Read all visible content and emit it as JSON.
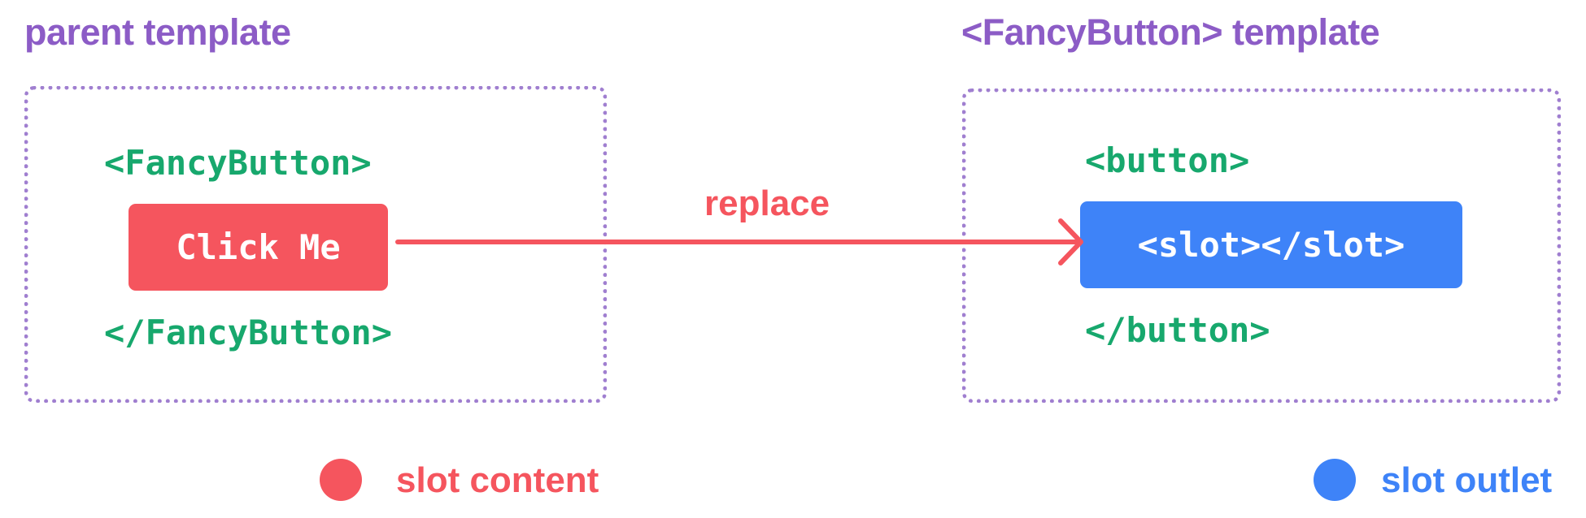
{
  "colors": {
    "heading": "#8c5cc6",
    "box_border": "#a07fd0",
    "tag": "#17a86d",
    "slot_content": "#f5555e",
    "slot_outlet": "#3e83f8"
  },
  "parent": {
    "heading": "parent template",
    "open_tag": "<FancyButton>",
    "button_label": "Click Me",
    "close_tag": "</FancyButton>"
  },
  "child": {
    "heading": "<FancyButton> template",
    "open_tag": "<button>",
    "slot_label": "<slot></slot>",
    "close_tag": "</button>"
  },
  "arrow": {
    "label": "replace"
  },
  "legend": {
    "content_label": "slot content",
    "outlet_label": "slot outlet"
  }
}
